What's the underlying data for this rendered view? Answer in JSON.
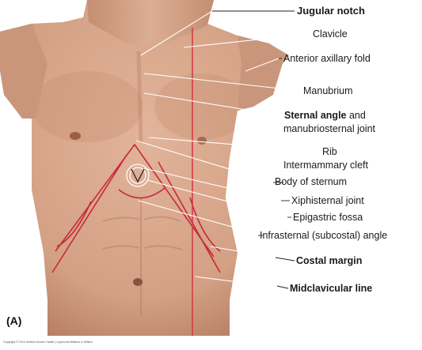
{
  "panel_label": "(A)",
  "copyright": "Copyright © 2014 Wolters Kluwer Health | Lippincott Williams & Wilkins",
  "colors": {
    "skin": "#d6a48a",
    "skin_shadow": "#b98168",
    "costal_line": "#c8283a",
    "midclavicular_line": "#d43a4a",
    "leader_line": "#ffffff",
    "label_text": "#1a1a1a"
  },
  "labels": {
    "jugular_notch": "Jugular notch",
    "clavicle": "Clavicle",
    "anterior_axillary_fold": "Anterior axillary fold",
    "manubrium": "Manubrium",
    "sternal_angle_bold": "Sternal angle",
    "sternal_angle_rest": " and",
    "manubriosternal_joint": "manubriosternal joint",
    "rib": "Rib",
    "intermammary_cleft": "Intermammary cleft",
    "body_of_sternum": "Body of sternum",
    "xiphisternal_joint": "Xiphisternal joint",
    "epigastric_fossa": "Epigastric fossa",
    "infrasternal_angle": "Infrasternal (subcostal) angle",
    "costal_margin": "Costal margin",
    "midclavicular_line": "Midclavicular line"
  }
}
